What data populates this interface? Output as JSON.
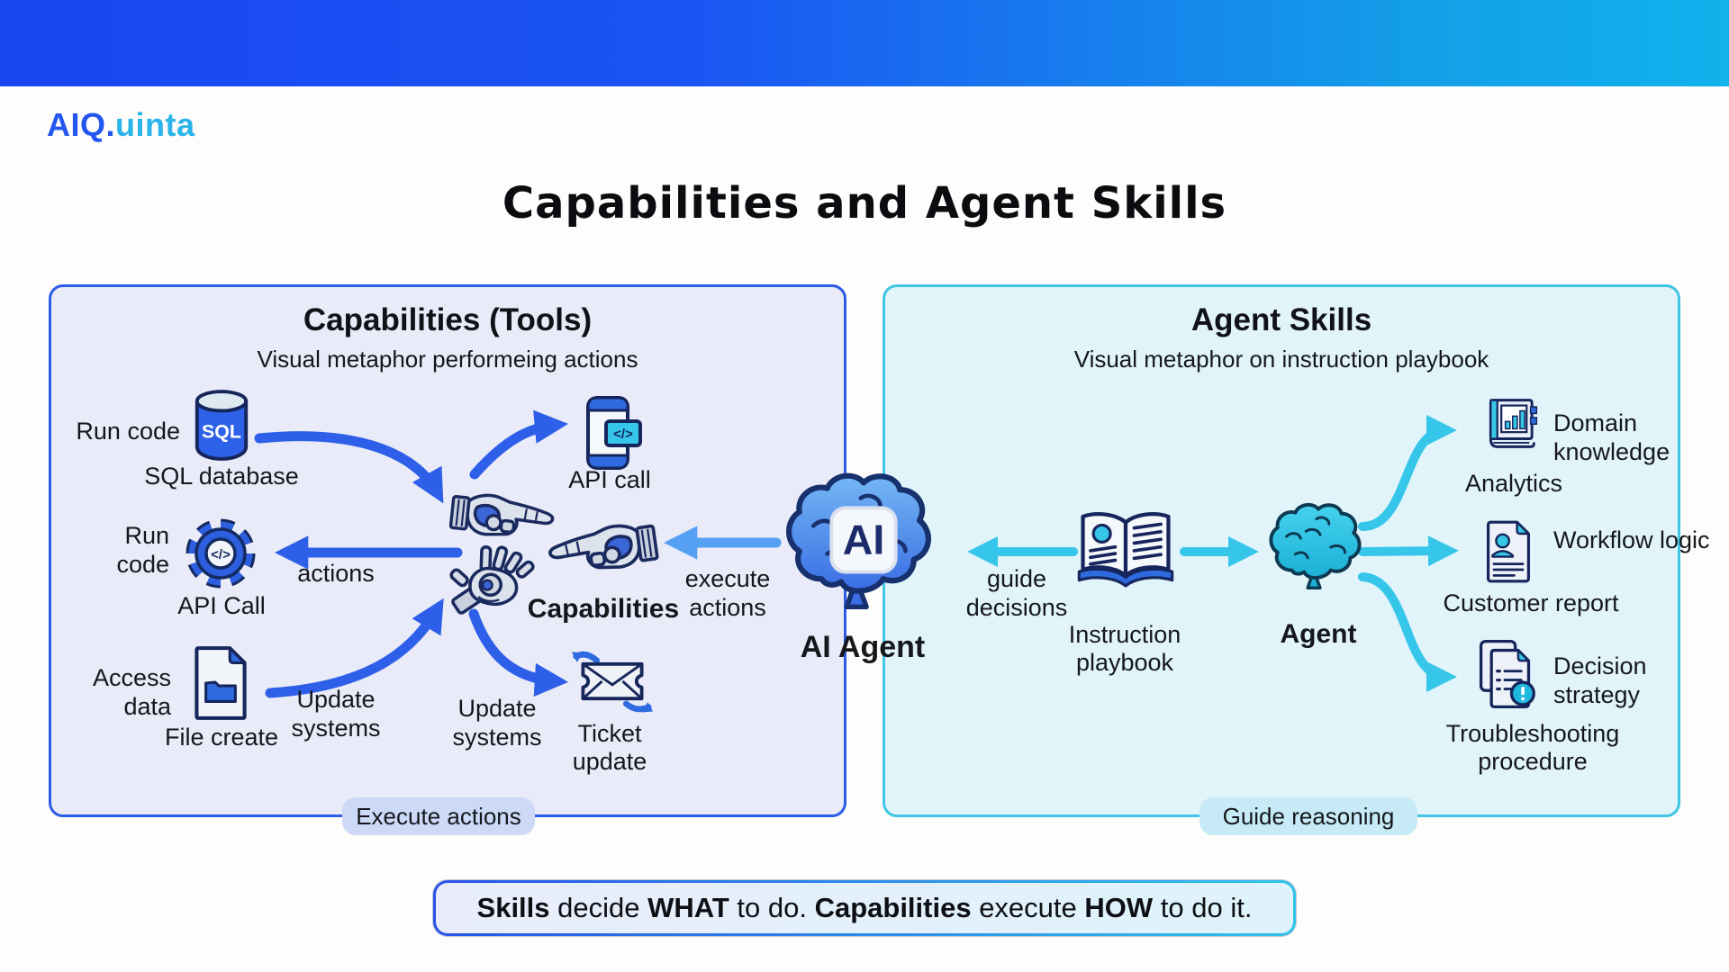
{
  "header": {
    "logo_primary": "AIQ.",
    "logo_secondary": "uinta"
  },
  "title": "Capabilities and Agent Skills",
  "left_panel": {
    "title": "Capabilities (Tools)",
    "subtitle": "Visual metaphor performeing actions",
    "badge": "Execute actions",
    "sql": {
      "label": "Run code",
      "icon_text": "SQL",
      "caption": "SQL database"
    },
    "gear": {
      "label": "Run code",
      "icon_symbol": "</>",
      "caption": "API Call"
    },
    "file": {
      "label": "Access data",
      "caption": "File create"
    },
    "phone": {
      "icon_symbol": "</>",
      "caption": "API call"
    },
    "ticket": {
      "caption": "Ticket update"
    },
    "hands": {
      "caption": "Capabilities"
    },
    "arrow_labels": {
      "actions": "actions",
      "update_systems_left": "Update systems",
      "update_systems_right": "Update systems",
      "execute_actions": "execute actions"
    }
  },
  "center": {
    "ai_badge": "AI",
    "caption": "AI Agent"
  },
  "right_panel": {
    "title": "Agent Skills",
    "subtitle": "Visual metaphor on instruction playbook",
    "badge": "Guide reasoning",
    "arrow_labels": {
      "guide_decisions": "guide decisions"
    },
    "playbook": {
      "caption": "Instruction playbook"
    },
    "agent": {
      "caption": "Agent"
    },
    "analytics": {
      "label": "Domain knowledge",
      "caption": "Analytics"
    },
    "report": {
      "label": "Workflow logic",
      "caption": "Customer report"
    },
    "troubleshooting": {
      "label": "Decision strategy",
      "caption": "Troubleshooting procedure"
    }
  },
  "footer": {
    "s1": "Skills",
    "s2": " decide ",
    "s3": "WHAT",
    "s4": " to do. ",
    "s5": "Capabilities",
    "s6": " execute ",
    "s7": "HOW",
    "s8": " to do it."
  },
  "colors": {
    "header_gradient_left": "#1a46f0",
    "header_gradient_right": "#12b2ec",
    "left_accent": "#2e5fe8",
    "execute_arrow": "#55a0f2",
    "right_accent": "#35c6ea",
    "left_panel_bg": "#e9ebf8",
    "right_panel_bg": "#e1f4fa"
  }
}
